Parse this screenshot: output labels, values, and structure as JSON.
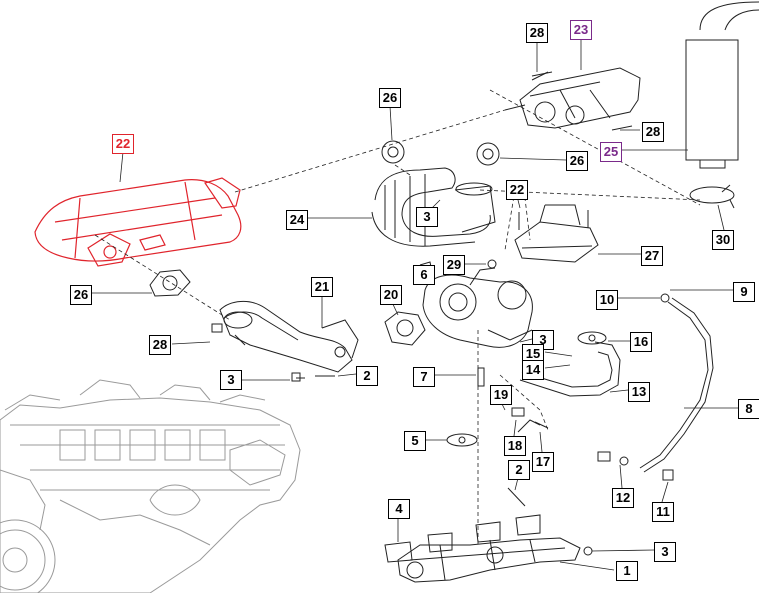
{
  "diagram": {
    "callouts": [
      {
        "id": "c-28-top",
        "label": "28",
        "style": "normal"
      },
      {
        "id": "c-23",
        "label": "23",
        "style": "purple"
      },
      {
        "id": "c-26-top",
        "label": "26",
        "style": "normal"
      },
      {
        "id": "c-22",
        "label": "22",
        "style": "red"
      },
      {
        "id": "c-28-right",
        "label": "28",
        "style": "normal"
      },
      {
        "id": "c-25",
        "label": "25",
        "style": "purple"
      },
      {
        "id": "c-26-mid",
        "label": "26",
        "style": "normal"
      },
      {
        "id": "c-24",
        "label": "24",
        "style": "normal"
      },
      {
        "id": "c-3-top",
        "label": "3",
        "style": "normal"
      },
      {
        "id": "c-22-small",
        "label": "22",
        "style": "normal"
      },
      {
        "id": "c-30",
        "label": "30",
        "style": "normal"
      },
      {
        "id": "c-29",
        "label": "29",
        "style": "normal"
      },
      {
        "id": "c-27",
        "label": "27",
        "style": "normal"
      },
      {
        "id": "c-6",
        "label": "6",
        "style": "normal"
      },
      {
        "id": "c-26-left",
        "label": "26",
        "style": "normal"
      },
      {
        "id": "c-21",
        "label": "21",
        "style": "normal"
      },
      {
        "id": "c-20",
        "label": "20",
        "style": "normal"
      },
      {
        "id": "c-9",
        "label": "9",
        "style": "normal"
      },
      {
        "id": "c-10",
        "label": "10",
        "style": "normal"
      },
      {
        "id": "c-28-left",
        "label": "28",
        "style": "normal"
      },
      {
        "id": "c-3-tb",
        "label": "3",
        "style": "normal"
      },
      {
        "id": "c-16",
        "label": "16",
        "style": "normal"
      },
      {
        "id": "c-15",
        "label": "15",
        "style": "normal"
      },
      {
        "id": "c-14",
        "label": "14",
        "style": "normal"
      },
      {
        "id": "c-3-mid",
        "label": "3",
        "style": "normal"
      },
      {
        "id": "c-2-mid",
        "label": "2",
        "style": "normal"
      },
      {
        "id": "c-7",
        "label": "7",
        "style": "normal"
      },
      {
        "id": "c-13",
        "label": "13",
        "style": "normal"
      },
      {
        "id": "c-19",
        "label": "19",
        "style": "normal"
      },
      {
        "id": "c-8",
        "label": "8",
        "style": "normal"
      },
      {
        "id": "c-5",
        "label": "5",
        "style": "normal"
      },
      {
        "id": "c-18",
        "label": "18",
        "style": "normal"
      },
      {
        "id": "c-17",
        "label": "17",
        "style": "normal"
      },
      {
        "id": "c-2-low",
        "label": "2",
        "style": "normal"
      },
      {
        "id": "c-12",
        "label": "12",
        "style": "normal"
      },
      {
        "id": "c-11",
        "label": "11",
        "style": "normal"
      },
      {
        "id": "c-4",
        "label": "4",
        "style": "normal"
      },
      {
        "id": "c-3-bottom",
        "label": "3",
        "style": "normal"
      },
      {
        "id": "c-1",
        "label": "1",
        "style": "normal"
      }
    ],
    "colors": {
      "line": "#222222",
      "highlight": "#e0242c",
      "purple": "#7a2a8a",
      "engine": "#9a9a9a"
    }
  }
}
